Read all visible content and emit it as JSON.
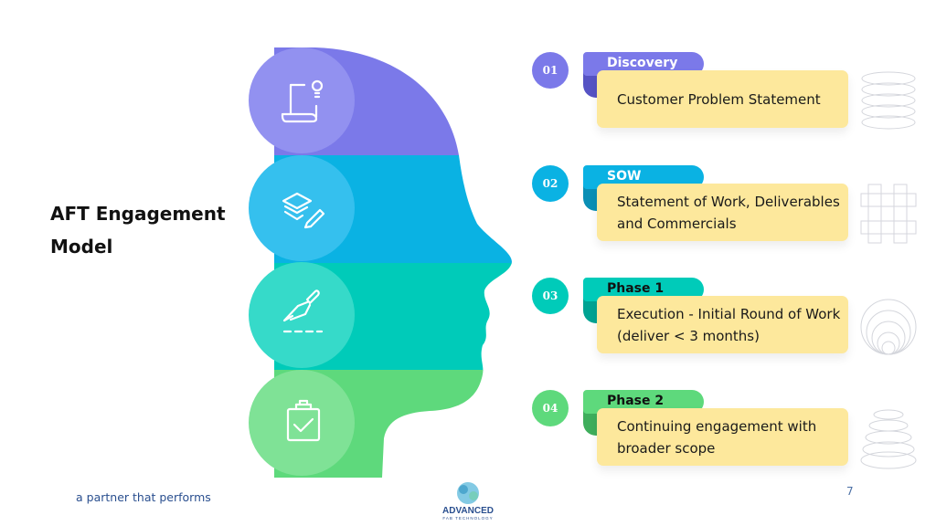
{
  "title": "AFT Engagement Model",
  "tagline": "a partner that performs",
  "page_number": "7",
  "logo": {
    "name": "ADVANCED",
    "sub": "FAB TECHNOLOGY"
  },
  "colors": {
    "purple": "#7b79e9",
    "blue": "#0ab2e3",
    "teal": "#00cbb9",
    "green": "#5ed97c",
    "yellow": "#fde89c"
  },
  "head_icons": [
    "idea-scroll-icon",
    "layers-pencil-icon",
    "pen-sign-icon",
    "clipboard-check-icon"
  ],
  "steps": [
    {
      "num": "01",
      "tag": "Discovery",
      "text": "Customer Problem Statement"
    },
    {
      "num": "02",
      "tag": "SOW",
      "text": "Statement of Work, Deliverables and Commercials"
    },
    {
      "num": "03",
      "tag": "Phase  1",
      "text": "Execution - Initial Round of Work (deliver < 3 months)"
    },
    {
      "num": "04",
      "tag": "Phase 2",
      "text": "Continuing engagement with broader scope"
    }
  ]
}
